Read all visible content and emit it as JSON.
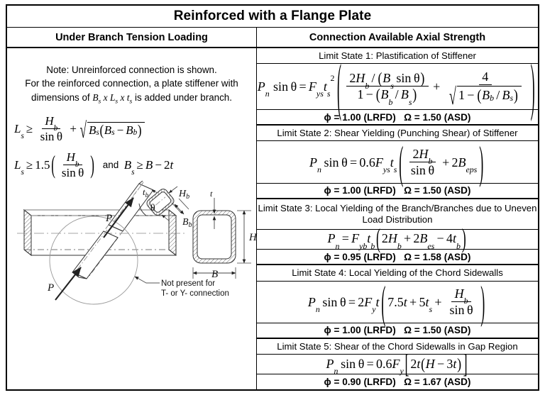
{
  "table": {
    "title": "Reinforced with a Flange Plate",
    "col_headers": {
      "left": "Under Branch Tension Loading",
      "right": "Connection Available Axial Strength"
    }
  },
  "left_column": {
    "note": {
      "line1": "Note: Unreinforced connection is shown.",
      "line2": "For the reinforced connection, a plate stiffener with",
      "line3_pre": "dimensions of ",
      "line3_dims": "Bs x Ls x ts",
      "line3_post": " is added under branch."
    },
    "equations": [
      {
        "id": "ls-min-length",
        "text": "Ls ≥ Hb / sin θ + sqrt( Bs ( Bs − Bb ) )"
      },
      {
        "id": "ls-min-15",
        "text": "Ls ≥ 1.5 ( Hb / sin θ )   and   Bs ≥ B − 2t"
      }
    ],
    "equation_parts": {
      "Ls": "L",
      "sub_s": "s",
      "geq": "≥",
      "Hb": "H",
      "sub_b": "b",
      "sin_theta": "sin θ",
      "plus": "+",
      "Bs": "B",
      "Bb": "B",
      "minus": "−",
      "factor_15": "1.5",
      "and": "and",
      "B": "B",
      "two_t": "2t"
    },
    "diagram": {
      "labels": {
        "tb": "tb",
        "Hb": "Hb",
        "Bb": "Bb",
        "P_upper": "P",
        "P_lower": "P",
        "theta": "θ",
        "t": "t",
        "H": "H",
        "B": "B",
        "callout_line1": "Not present for",
        "callout_line2": "T- or Y- connection"
      }
    }
  },
  "limit_states": [
    {
      "number": 1,
      "heading": "Limit State 1: Plastification of Stiffener",
      "formula_text": "Pn sin θ = Fys ts² ( 2Hb / (Bs sin θ) / (1 − (Bb / Bs)) + 4 / sqrt(1 − (Bb / Bs)) )",
      "phi": "ϕ = 1.00 (LRFD)",
      "omega": "Ω = 1.50 (ASD)",
      "factors_line": "ϕ = 1.00 (LRFD)   Ω = 1.50 (ASD)"
    },
    {
      "number": 2,
      "heading": "Limit State 2: Shear Yielding (Punching Shear) of Stiffener",
      "formula_text": "Pn sin θ = 0.6 Fys ts ( 2Hb / sin θ + 2Beps )",
      "phi": "ϕ = 1.00 (LRFD)",
      "omega": "Ω = 1.50 (ASD)",
      "factors_line": "ϕ = 1.00 (LRFD)   Ω = 1.50 (ASD)"
    },
    {
      "number": 3,
      "heading": "Limit State 3: Local Yielding of the Branch/Branches due to Uneven Load Distribution",
      "formula_text": "Pn = Fyb tb ( 2Hb + 2Bes − 4tb )",
      "phi": "ϕ = 0.95 (LRFD)",
      "omega": "Ω = 1.58 (ASD)",
      "factors_line": "ϕ = 0.95 (LRFD)   Ω = 1.58 (ASD)"
    },
    {
      "number": 4,
      "heading": "Limit State 4: Local Yielding of the Chord Sidewalls",
      "formula_text": "Pn sin θ = 2 Fy t ( 7.5t + 5ts + Hb / sin θ )",
      "phi": "ϕ = 1.00 (LRFD)",
      "omega": "Ω = 1.50 (ASD)",
      "factors_line": "ϕ = 1.00 (LRFD)   Ω = 1.50 (ASD)"
    },
    {
      "number": 5,
      "heading": "Limit State 5: Shear of the Chord Sidewalls in Gap Region",
      "formula_text": "Pn sin θ = 0.6 Fy [ 2t ( H − 3t ) ]",
      "phi": "ϕ = 0.90 (LRFD)",
      "omega": "Ω = 1.67 (ASD)",
      "factors_line": "ϕ = 0.90 (LRFD)   Ω = 1.67 (ASD)"
    }
  ],
  "symbols": {
    "P": "P",
    "n": "n",
    "sin": "sin",
    "theta": "θ",
    "eq": "=",
    "F": "F",
    "ys": "ys",
    "yb": "yb",
    "y": "y",
    "t": "t",
    "s": "s",
    "b": "b",
    "H": "H",
    "B": "B",
    "eps": "eps",
    "es": "es",
    "num_06": "0.6",
    "num_2": "2",
    "num_4": "4",
    "num_1": "1",
    "num_75": "7.5",
    "num_5": "5",
    "num_3": "3",
    "slash": "/"
  }
}
